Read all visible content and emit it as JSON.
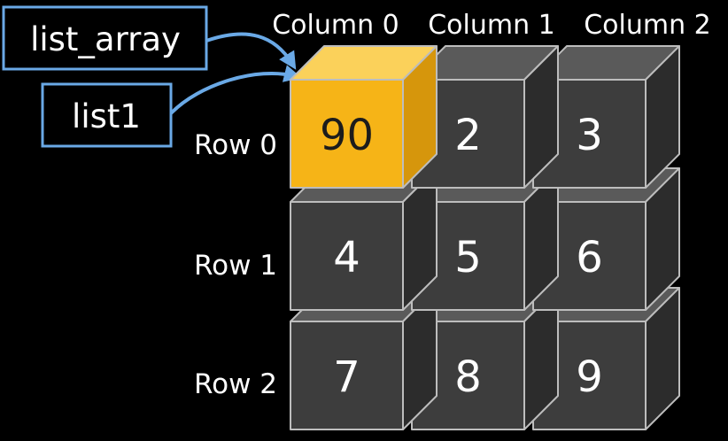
{
  "variables": [
    {
      "name": "list_array"
    },
    {
      "name": "list1"
    }
  ],
  "columns": [
    "Column 0",
    "Column 1",
    "Column 2"
  ],
  "rows": [
    "Row 0",
    "Row 1",
    "Row 2"
  ],
  "cells": [
    [
      "90",
      "2",
      "3"
    ],
    [
      "4",
      "5",
      "6"
    ],
    [
      "7",
      "8",
      "9"
    ]
  ],
  "highlight": {
    "row": 0,
    "col": 0
  },
  "colors": {
    "background": "#000000",
    "cube_front": "#3d3d3d",
    "cube_top": "#5a5a5a",
    "cube_side": "#2c2c2c",
    "cube_edge": "#bdbdbd",
    "highlight_front": "#f6b417",
    "highlight_top": "#fbd15a",
    "highlight_side": "#d6960c",
    "arrow": "#6aa9e6",
    "box_border": "#6aa9e6",
    "text": "#ffffff",
    "highlight_text": "#1c1c1c"
  }
}
